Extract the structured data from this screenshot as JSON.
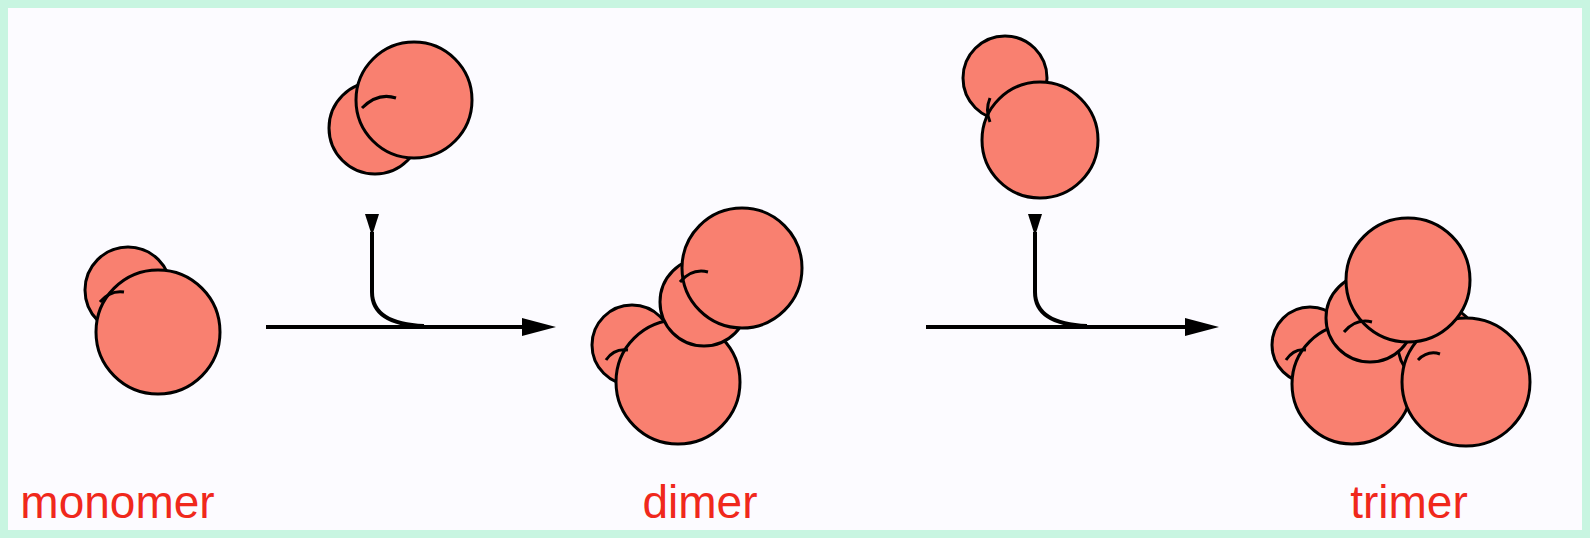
{
  "diagram": {
    "nodes": [
      {
        "text": [
          "monomer"
        ]
      },
      {
        "text": [
          "dimer"
        ]
      },
      {
        "text": [
          "trimer"
        ]
      }
    ],
    "edges": [
      {
        "from": 0,
        "to": 1,
        "arrow": "to"
      },
      {
        "from": 1,
        "to": 2,
        "arrow": "to"
      }
    ]
  }
}
